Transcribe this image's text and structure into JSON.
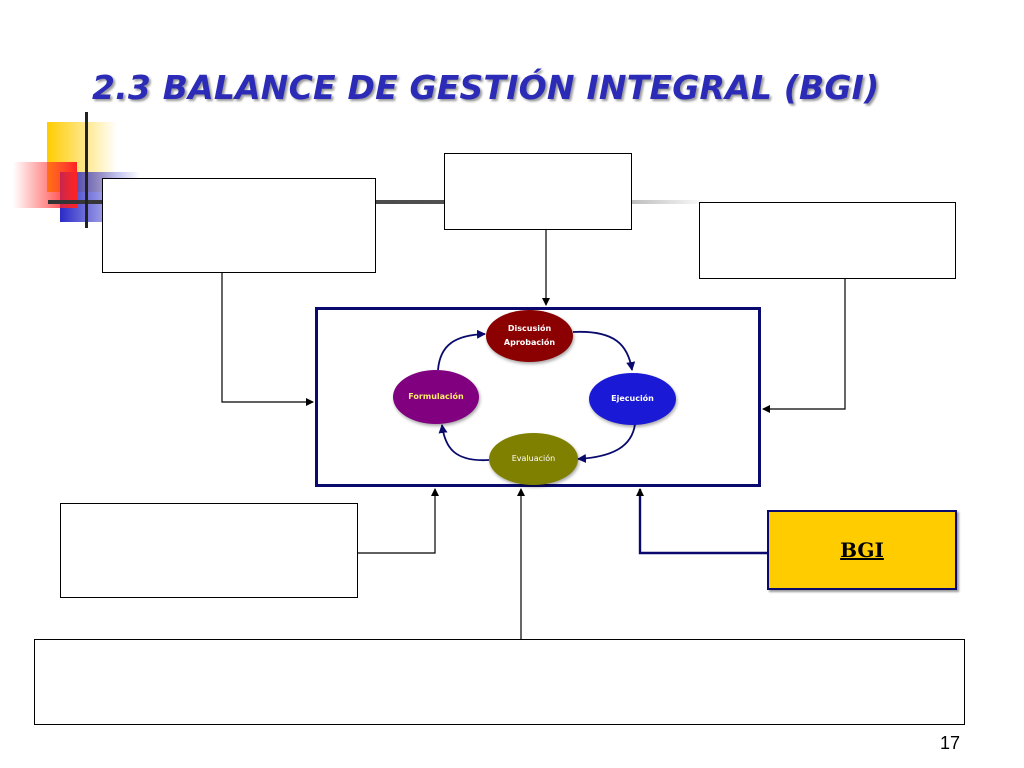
{
  "slide": {
    "title": "2.3 BALANCE DE GESTIÓN INTEGRAL (BGI)",
    "page_number": "17"
  },
  "cycle": {
    "discusion_label": "Discusión",
    "aprobacion_label": "Aprobación",
    "ejecucion_label": "Ejecución",
    "evaluacion_label": "Evaluación",
    "formulacion_label": "Formulación"
  },
  "bgi_box": {
    "label": "BGI"
  },
  "colors": {
    "title": "#2b2bb8",
    "frame_border": "#0a0a6e",
    "discusion_fill": "#8b0000",
    "ejecucion_fill": "#1a1ad6",
    "evaluacion_fill": "#808000",
    "formulacion_fill": "#800080",
    "bgi_fill": "#ffcc00",
    "decor_yellow": "#ffcc00",
    "decor_red": "#ff3333",
    "decor_blue": "#3333cc"
  }
}
